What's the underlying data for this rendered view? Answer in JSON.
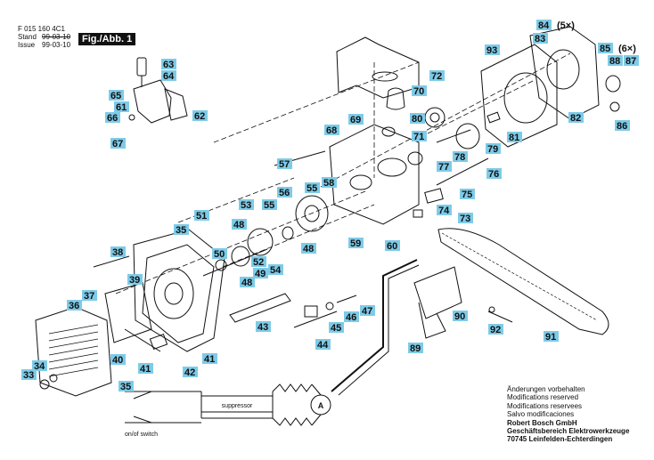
{
  "header": {
    "doc_number": "F 015 160 4C1",
    "stand_label": "Stand",
    "stand_value": "99-03-10",
    "issue_label": "Issue",
    "issue_value": "99-03-10",
    "figure": "Fig./Abb. 1"
  },
  "callouts": [
    {
      "id": "63",
      "text": "63"
    },
    {
      "id": "64",
      "text": "64"
    },
    {
      "id": "65",
      "text": "65"
    },
    {
      "id": "61",
      "text": "61"
    },
    {
      "id": "66",
      "text": "66"
    },
    {
      "id": "62",
      "text": "62"
    },
    {
      "id": "67",
      "text": "67"
    },
    {
      "id": "72",
      "text": "72"
    },
    {
      "id": "70",
      "text": "70"
    },
    {
      "id": "69",
      "text": "69"
    },
    {
      "id": "80",
      "text": "80"
    },
    {
      "id": "71",
      "text": "71"
    },
    {
      "id": "68",
      "text": "68"
    },
    {
      "id": "79",
      "text": "79"
    },
    {
      "id": "78",
      "text": "78"
    },
    {
      "id": "77",
      "text": "77"
    },
    {
      "id": "57",
      "text": "57"
    },
    {
      "id": "76",
      "text": "76"
    },
    {
      "id": "58",
      "text": "58"
    },
    {
      "id": "56",
      "text": "56"
    },
    {
      "id": "55a",
      "text": "55"
    },
    {
      "id": "75",
      "text": "75"
    },
    {
      "id": "74",
      "text": "74"
    },
    {
      "id": "73",
      "text": "73"
    },
    {
      "id": "53",
      "text": "53"
    },
    {
      "id": "55b",
      "text": "55"
    },
    {
      "id": "51",
      "text": "51"
    },
    {
      "id": "48a",
      "text": "48"
    },
    {
      "id": "59",
      "text": "59"
    },
    {
      "id": "60",
      "text": "60"
    },
    {
      "id": "35a",
      "text": "35"
    },
    {
      "id": "48b",
      "text": "48"
    },
    {
      "id": "50",
      "text": "50"
    },
    {
      "id": "52",
      "text": "52"
    },
    {
      "id": "54",
      "text": "54"
    },
    {
      "id": "49",
      "text": "49"
    },
    {
      "id": "48c",
      "text": "48"
    },
    {
      "id": "38",
      "text": "38"
    },
    {
      "id": "39",
      "text": "39"
    },
    {
      "id": "37",
      "text": "37"
    },
    {
      "id": "36",
      "text": "36"
    },
    {
      "id": "47",
      "text": "47"
    },
    {
      "id": "46",
      "text": "46"
    },
    {
      "id": "45",
      "text": "45"
    },
    {
      "id": "43",
      "text": "43"
    },
    {
      "id": "44",
      "text": "44"
    },
    {
      "id": "90",
      "text": "90"
    },
    {
      "id": "40",
      "text": "40"
    },
    {
      "id": "41a",
      "text": "41"
    },
    {
      "id": "41b",
      "text": "41"
    },
    {
      "id": "42",
      "text": "42"
    },
    {
      "id": "89",
      "text": "89"
    },
    {
      "id": "92",
      "text": "92"
    },
    {
      "id": "91",
      "text": "91"
    },
    {
      "id": "34",
      "text": "34"
    },
    {
      "id": "33",
      "text": "33"
    },
    {
      "id": "35b",
      "text": "35"
    },
    {
      "id": "84",
      "text": "84"
    },
    {
      "id": "5x",
      "text": "(5×)"
    },
    {
      "id": "83",
      "text": "83"
    },
    {
      "id": "93",
      "text": "93"
    },
    {
      "id": "85",
      "text": "85"
    },
    {
      "id": "6x",
      "text": "(6×)"
    },
    {
      "id": "88",
      "text": "88"
    },
    {
      "id": "87",
      "text": "87"
    },
    {
      "id": "86",
      "text": "86"
    },
    {
      "id": "82",
      "text": "82"
    },
    {
      "id": "81",
      "text": "81"
    }
  ],
  "wiring": {
    "suppressor_label": "suppressor",
    "switch_label": "on/of switch",
    "motor_symbol": "A"
  },
  "notes": [
    "Änderungen vorbehalten",
    "Modifications reserved",
    "Modifications reservees",
    "Salvo modificaciones",
    "Robert Bosch GmbH",
    "Geschäftsbereich Elektrowerkzeuge",
    "70745 Leinfelden-Echterdingen"
  ],
  "colors": {
    "tag": "#7ecbe8",
    "ink": "#111111"
  }
}
